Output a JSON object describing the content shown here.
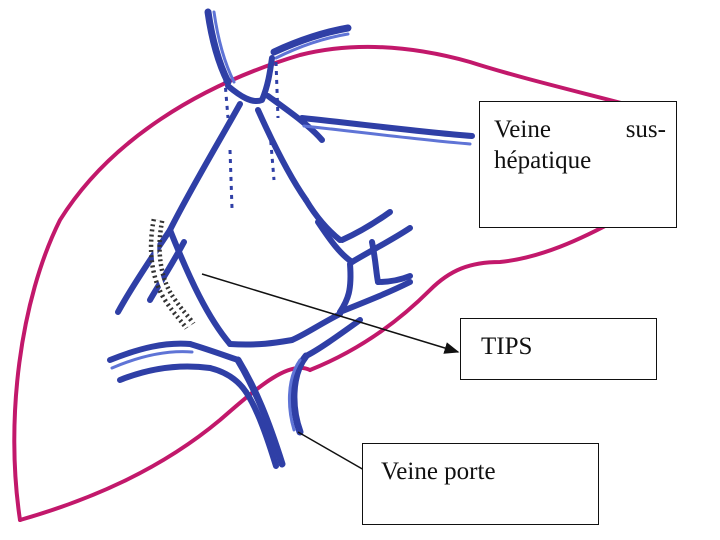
{
  "labels": {
    "hepatic_vein_word1": "Veine",
    "hepatic_vein_word2": "sus-",
    "hepatic_vein_line2": "hépatique",
    "tips": "TIPS",
    "portal_vein": "Veine porte"
  },
  "colors": {
    "liver_outline": "#c2186b",
    "vein_dark": "#2f3fa6",
    "vein_light": "#5f74d6",
    "stent": "#333333",
    "arrow": "#111111"
  }
}
